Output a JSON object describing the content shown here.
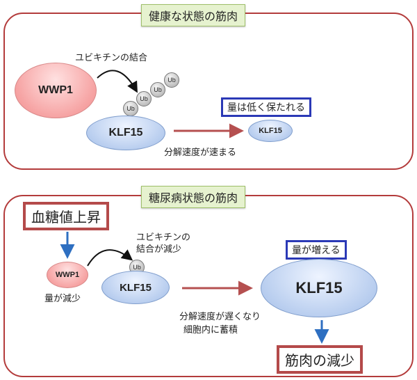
{
  "healthy": {
    "title": "健康な状態の筋肉",
    "wwp1": "WWP1",
    "ubiquitin_label": "ユビキチンの結合",
    "ub": "Ub",
    "klf15": "KLF15",
    "klf15_small": "KLF15",
    "maintained": "量は低く保たれる",
    "degradation_fast": "分解速度が速まる"
  },
  "diabetic": {
    "title": "糖尿病状態の筋肉",
    "blood_sugar": "血糖値上昇",
    "wwp1": "WWP1",
    "wwp1_decrease": "量が減少",
    "ubiquitin_label_line1": "ユビキチンの",
    "ubiquitin_label_line2": "結合が減少",
    "ub": "Ub",
    "klf15": "KLF15",
    "klf15_large": "KLF15",
    "increase": "量が増える",
    "degradation_slow_line1": "分解速度が遅くなり",
    "degradation_slow_line2": "細胞内に蓄積",
    "muscle_loss": "筋肉の減少"
  },
  "colors": {
    "panel_border": "#b33b3b",
    "red_arrow": "#b55050",
    "blue_arrow": "#2e6fc1",
    "blue_box": "#2b39b6"
  }
}
